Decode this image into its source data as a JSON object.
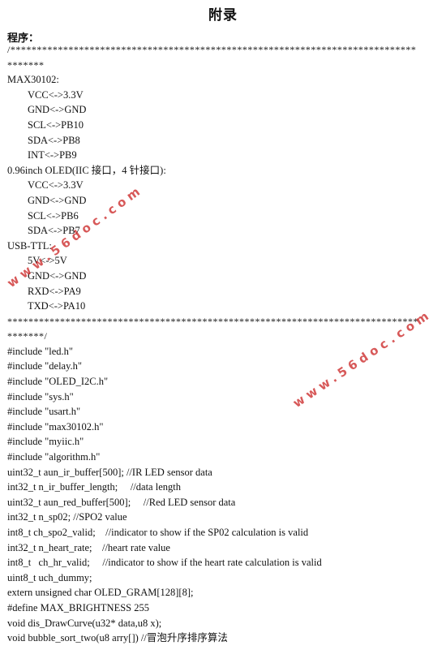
{
  "page": {
    "title": "附录",
    "heading": "程序："
  },
  "code_lines": [
    {
      "text": "/*****************************************************************************",
      "indent": 0,
      "stars": true
    },
    {
      "text": "*******",
      "indent": 0,
      "stars": true
    },
    {
      "text": "MAX30102:",
      "indent": 0
    },
    {
      "text": "VCC<->3.3V",
      "indent": 1
    },
    {
      "text": "GND<->GND",
      "indent": 1
    },
    {
      "text": "SCL<->PB10",
      "indent": 1
    },
    {
      "text": "SDA<->PB8",
      "indent": 1
    },
    {
      "text": "INT<->PB9",
      "indent": 1
    },
    {
      "text": "0.96inch OLED(IIC 接口，4 针接口):",
      "indent": 0
    },
    {
      "text": "VCC<->3.3V",
      "indent": 1
    },
    {
      "text": "GND<->GND",
      "indent": 1
    },
    {
      "text": "SCL<->PB6",
      "indent": 1
    },
    {
      "text": "SDA<->PB7",
      "indent": 1
    },
    {
      "text": "USB-TTL:",
      "indent": 0
    },
    {
      "text": "5V<->5V",
      "indent": 1
    },
    {
      "text": "GND<->GND",
      "indent": 1
    },
    {
      "text": "RXD<->PA9",
      "indent": 1
    },
    {
      "text": "TXD<->PA10",
      "indent": 1
    },
    {
      "text": "******************************************************************************",
      "indent": 0,
      "stars": true
    },
    {
      "text": "*******/",
      "indent": 0,
      "stars": true
    },
    {
      "text": "#include \"led.h\"",
      "indent": 0
    },
    {
      "text": "#include \"delay.h\"",
      "indent": 0
    },
    {
      "text": "#include \"OLED_I2C.h\"",
      "indent": 0
    },
    {
      "text": "#include \"sys.h\"",
      "indent": 0
    },
    {
      "text": "#include \"usart.h\"",
      "indent": 0
    },
    {
      "text": "#include \"max30102.h\"",
      "indent": 0
    },
    {
      "text": "#include \"myiic.h\"",
      "indent": 0
    },
    {
      "text": "#include \"algorithm.h\"",
      "indent": 0
    },
    {
      "text": "uint32_t aun_ir_buffer[500]; //IR LED sensor data",
      "indent": 0
    },
    {
      "text": "int32_t n_ir_buffer_length;     //data length",
      "indent": 0
    },
    {
      "text": "uint32_t aun_red_buffer[500];     //Red LED sensor data",
      "indent": 0
    },
    {
      "text": "int32_t n_sp02; //SPO2 value",
      "indent": 0
    },
    {
      "text": "int8_t ch_spo2_valid;    //indicator to show if the SP02 calculation is valid",
      "indent": 0
    },
    {
      "text": "int32_t n_heart_rate;    //heart rate value",
      "indent": 0
    },
    {
      "text": "int8_t   ch_hr_valid;     //indicator to show if the heart rate calculation is valid",
      "indent": 0
    },
    {
      "text": "uint8_t uch_dummy;",
      "indent": 0
    },
    {
      "text": "extern unsigned char OLED_GRAM[128][8];",
      "indent": 0
    },
    {
      "text": "#define MAX_BRIGHTNESS 255",
      "indent": 0
    },
    {
      "text": "void dis_DrawCurve(u32* data,u8 x);",
      "indent": 0
    },
    {
      "text": "void bubble_sort_two(u8 arry[]) //冒泡升序排序算法",
      "indent": 0
    }
  ],
  "watermarks": [
    {
      "text": "www.56doc.com",
      "color": "#cc2a2a"
    },
    {
      "text": "www.56doc.com",
      "color": "#cc2a2a"
    }
  ]
}
